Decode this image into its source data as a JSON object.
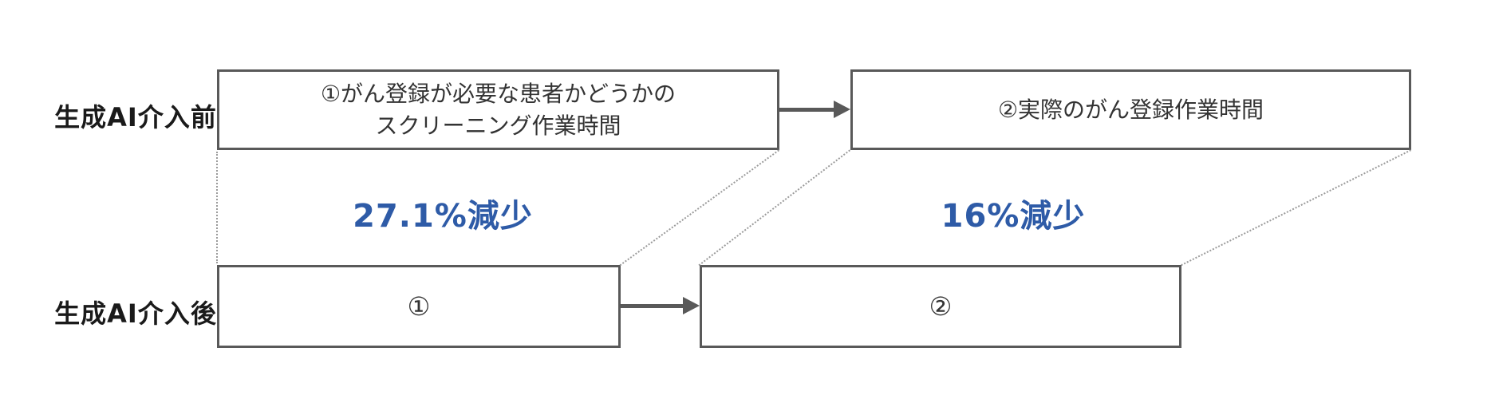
{
  "diagram": {
    "title_implicit": "",
    "rows": [
      {
        "label": "生成AI介入前"
      },
      {
        "label": "生成AI介入後"
      }
    ],
    "boxes": {
      "before_screening_line1": "①がん登録が必要な患者かどうかの",
      "before_screening_line2": "スクリーニング作業時間",
      "before_registration": "②実際のがん登録作業時間",
      "after_screening": "①",
      "after_registration": "②"
    },
    "reductions": {
      "screening": "27.1%減少",
      "registration": "16%減少"
    },
    "colors": {
      "accent_blue": "#2E5BA7",
      "border_gray": "#595959",
      "box_text_gray": "#333333",
      "guide_dotted_gray": "#9a9a9a",
      "background": "#ffffff"
    }
  }
}
